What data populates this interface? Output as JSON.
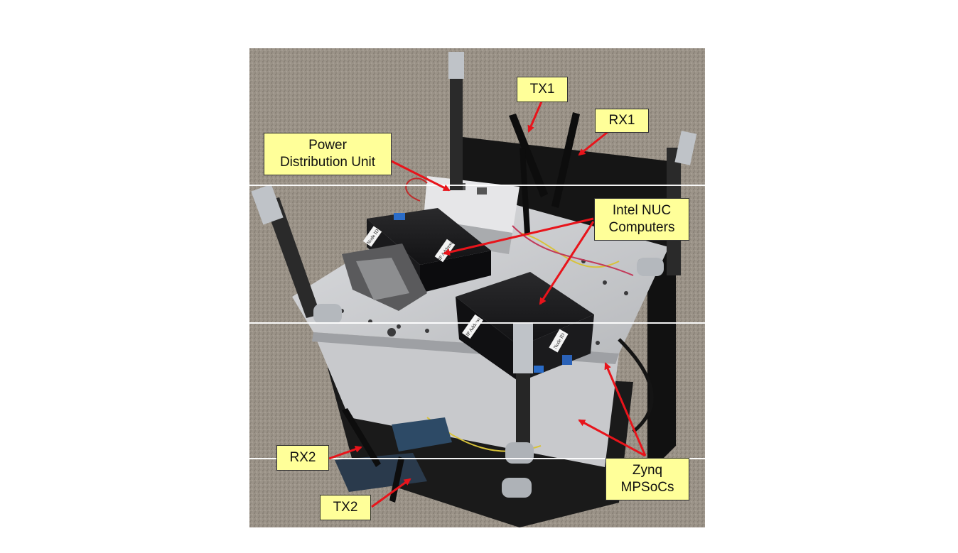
{
  "labels": {
    "tx1": "TX1",
    "rx1": "RX1",
    "pdu_line1": "Power",
    "pdu_line2": "Distribution Unit",
    "nuc_line1": "Intel NUC",
    "nuc_line2": "Computers",
    "rx2": "RX2",
    "tx2": "TX2",
    "zynq_line1": "Zynq",
    "zynq_line2": "MPSoCs"
  },
  "device_stickers": {
    "node_id": "Node ID",
    "ip_address": "IP Address"
  },
  "colors": {
    "callout_fill": "#ffff99",
    "arrow": "#e8141b",
    "floor": "#9a9287",
    "plate": "#cfd0d2",
    "nuc_body": "#1f1f21",
    "pole": "#2a2a2a",
    "pole_cap": "#bfc3c8"
  }
}
